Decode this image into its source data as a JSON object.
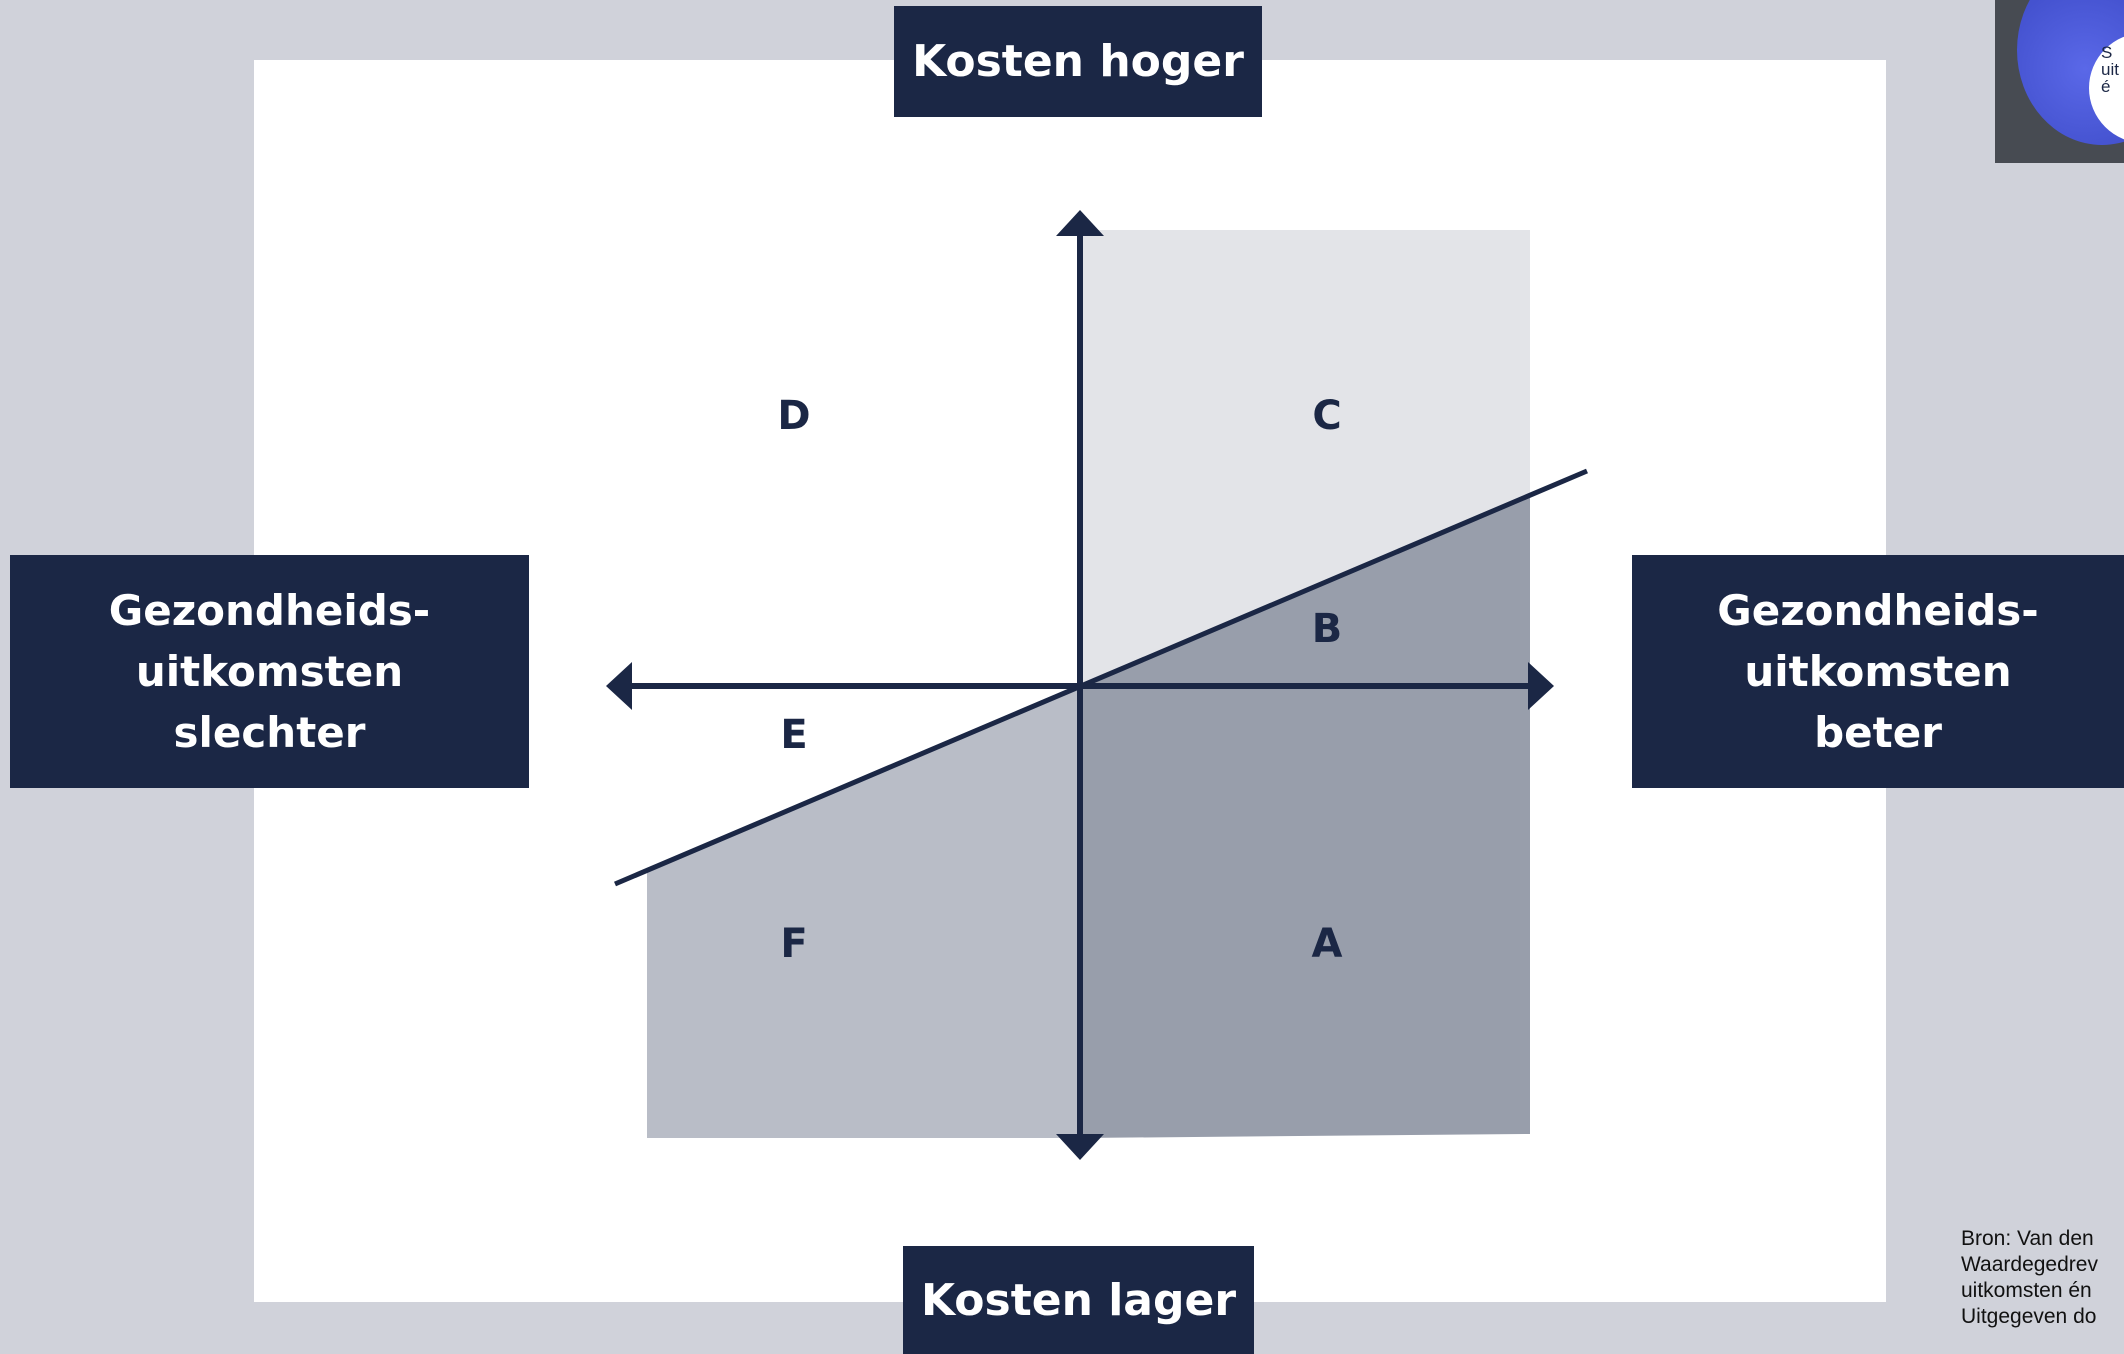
{
  "labels": {
    "top": "Kosten hoger",
    "bottom": "Kosten lager",
    "left": "Gezondheids-\nuitkomsten\nslechter",
    "right": "Gezondheids-\nuitkomsten\nbeter"
  },
  "quadrants": {
    "a": "A",
    "b": "B",
    "c": "C",
    "d": "D",
    "e": "E",
    "f": "F"
  },
  "logo_text": "S\nuit\né",
  "source_text": "Bron: Van den\nWaardegedrev\nuitkomsten én\nUitgegeven do",
  "colors": {
    "background": "#d0d2da",
    "panel": "#ffffff",
    "navy": "#1b2745",
    "region_c": "#e3e4e8",
    "region_f_e": "#b9bdc7",
    "region_a_b": "#989eab"
  }
}
